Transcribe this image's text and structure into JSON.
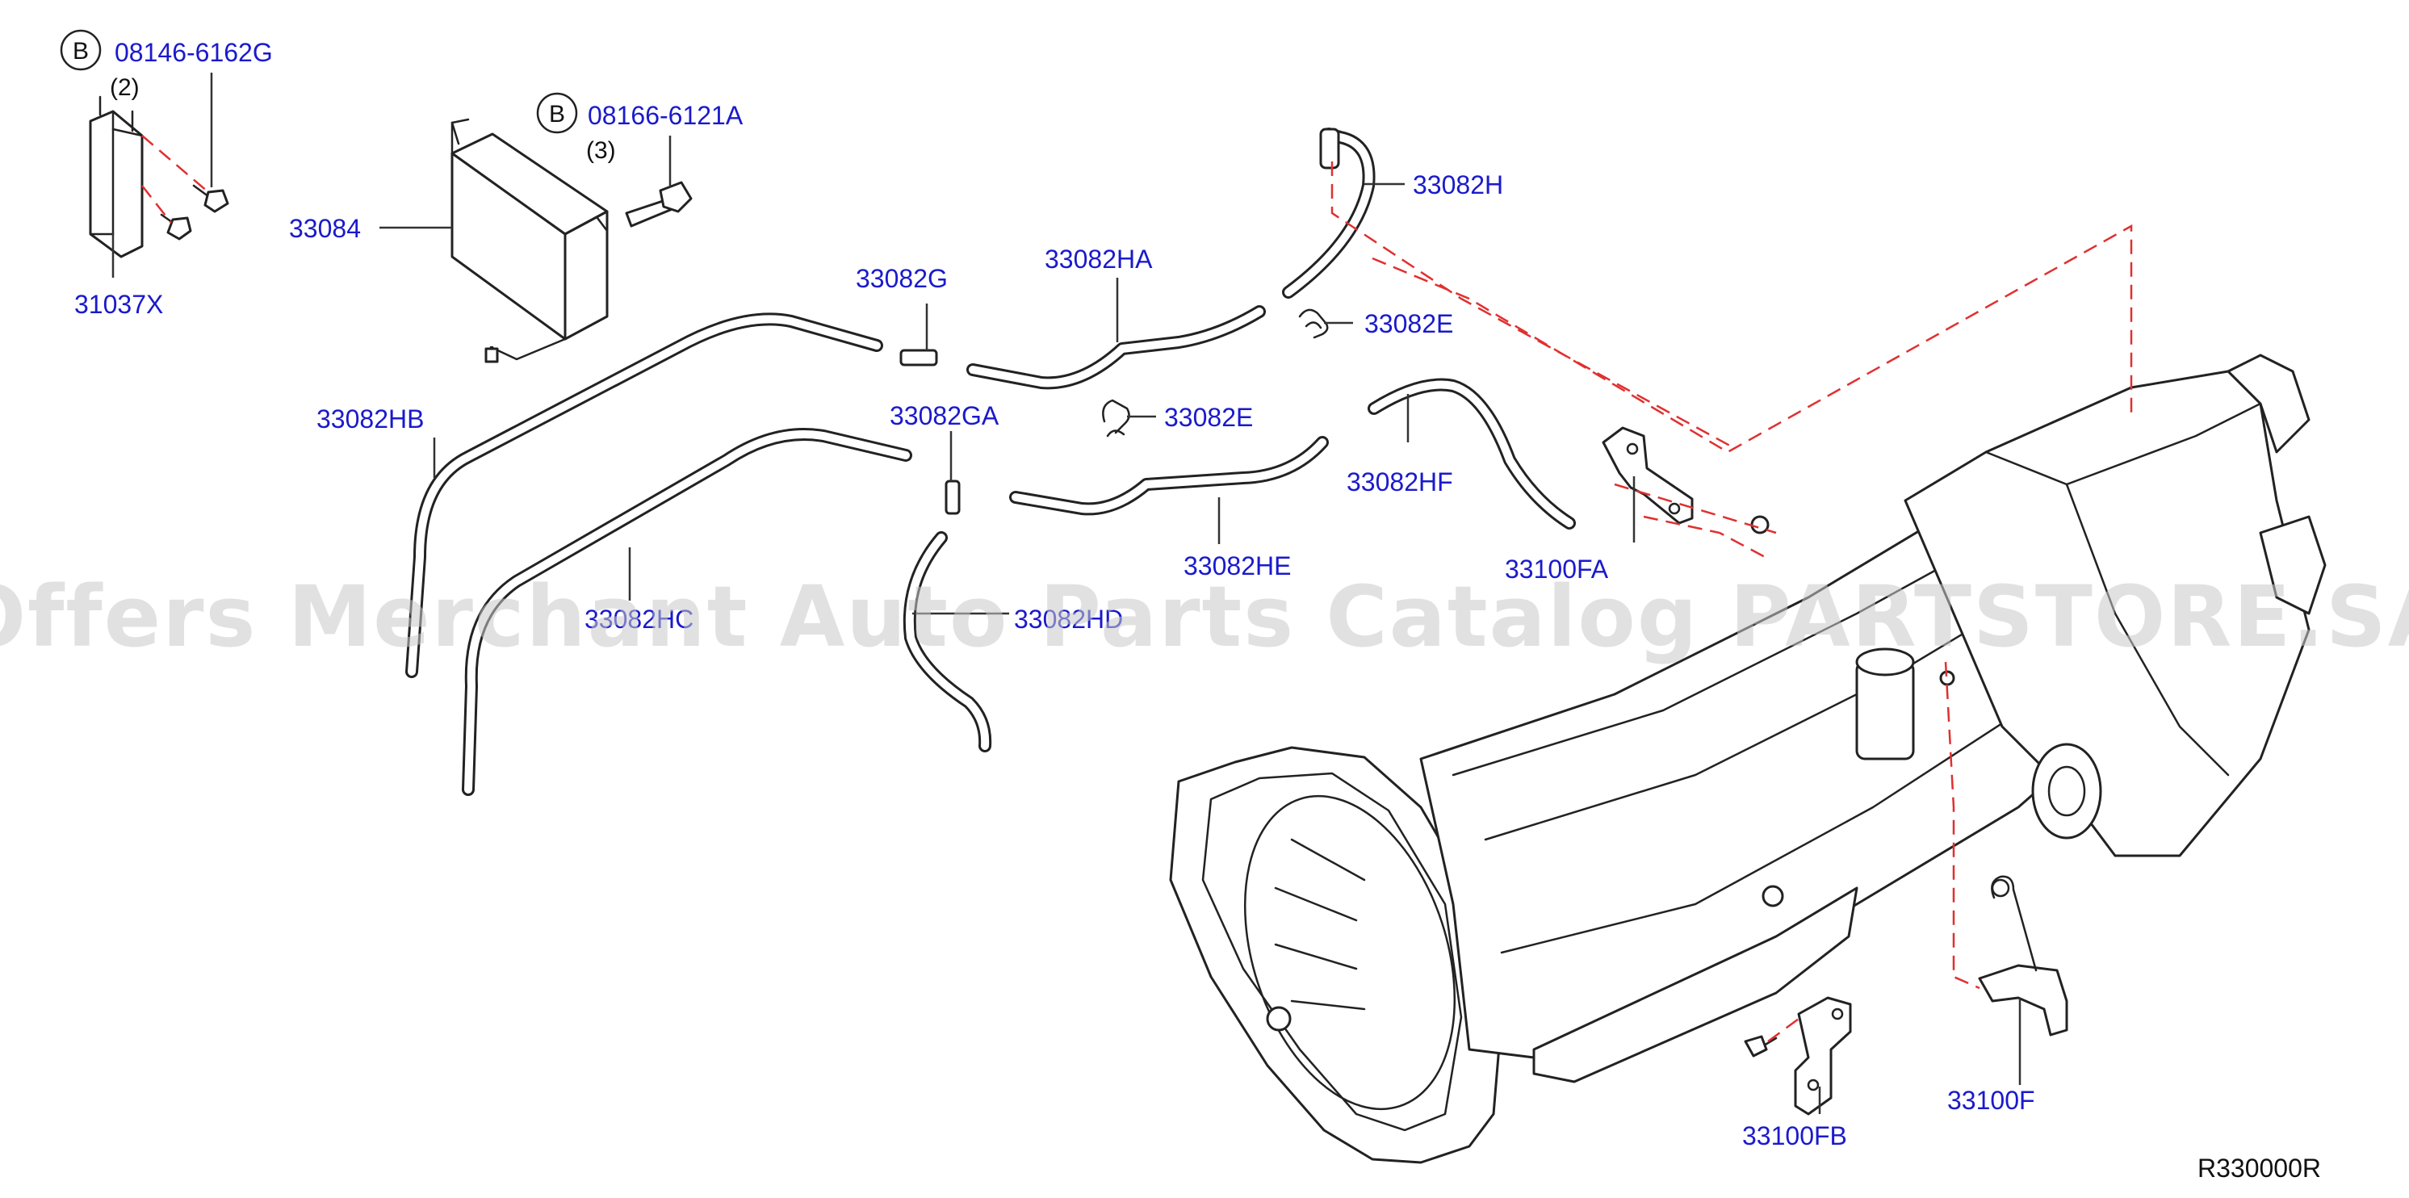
{
  "badges": {
    "badge_1": "B",
    "badge_2": "B"
  },
  "parts": {
    "p_08146": "08146-6162G",
    "p_08166": "08166-6121A",
    "p_33084": "33084",
    "p_31037x": "31037X",
    "p_33082g": "33082G",
    "p_33082ha": "33082HA",
    "p_33082h": "33082H",
    "p_33082e_1": "33082E",
    "p_33082e_2": "33082E",
    "p_33082hb": "33082HB",
    "p_33082ga": "33082GA",
    "p_33082hf": "33082HF",
    "p_33082he": "33082HE",
    "p_33082hc": "33082HC",
    "p_33082hd": "33082HD",
    "p_33100fa": "33100FA",
    "p_33100fb": "33100FB",
    "p_33100f": "33100F"
  },
  "quantities": {
    "q_2": "(2)",
    "q_3": "(3)"
  },
  "reference": "R330000R",
  "watermark": "Offers Merchant Auto Parts Catalog PARTSTORE.SA",
  "colors": {
    "label_blue": "#1a1acc",
    "dash_red": "#e03030",
    "line": "#222222",
    "watermark": "#c9c9c9"
  }
}
